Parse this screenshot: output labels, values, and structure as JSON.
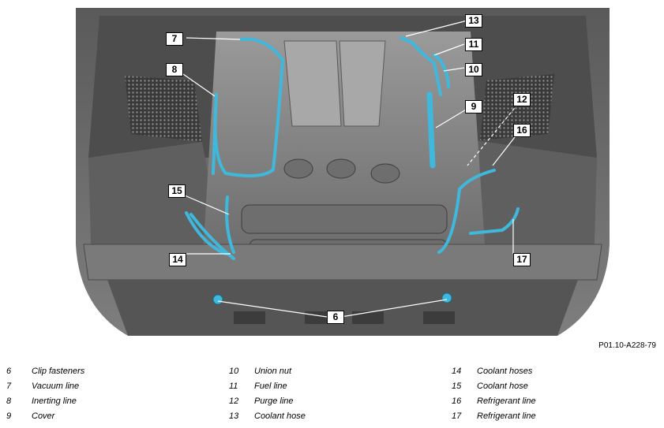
{
  "figure_ref": "P01.10-A228-79",
  "callouts": [
    "6",
    "7",
    "8",
    "9",
    "10",
    "11",
    "12",
    "13",
    "14",
    "15",
    "16",
    "17"
  ],
  "legend": [
    {
      "num": "6",
      "text": "Clip fasteners"
    },
    {
      "num": "7",
      "text": "Vacuum line"
    },
    {
      "num": "8",
      "text": "Inerting line"
    },
    {
      "num": "9",
      "text": "Cover"
    },
    {
      "num": "10",
      "text": "Union nut"
    },
    {
      "num": "11",
      "text": "Fuel line"
    },
    {
      "num": "12",
      "text": "Purge line"
    },
    {
      "num": "13",
      "text": "Coolant hose"
    },
    {
      "num": "14",
      "text": "Coolant hoses"
    },
    {
      "num": "15",
      "text": "Coolant hose"
    },
    {
      "num": "16",
      "text": "Refrigerant line"
    },
    {
      "num": "17",
      "text": "Refrigerant line"
    }
  ],
  "colors": {
    "highlight": "#3fb8dc",
    "body": "#6d6d6d",
    "engine": "#8a8a8a"
  }
}
